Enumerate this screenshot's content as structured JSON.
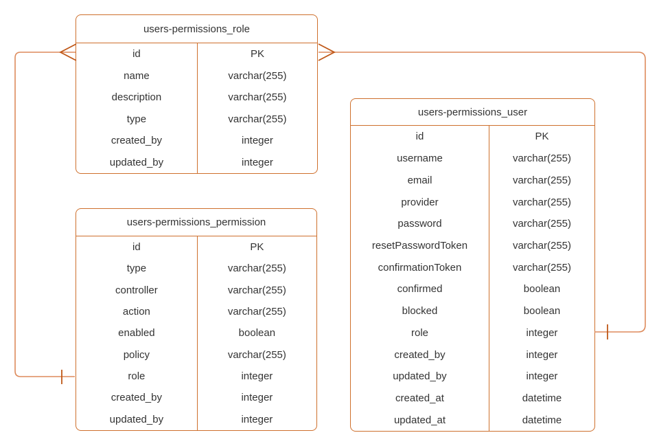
{
  "diagram": {
    "background": "#ffffff",
    "colors": {
      "table_border": "#ce6f2c",
      "connector": "#dd8a5b",
      "marker": "#bf5717",
      "text": "#333333"
    }
  },
  "entities": {
    "role": {
      "title": "users-permissions_role",
      "rows": [
        {
          "name": "id",
          "type": "PK"
        },
        {
          "name": "name",
          "type": "varchar(255)"
        },
        {
          "name": "description",
          "type": "varchar(255)"
        },
        {
          "name": "type",
          "type": "varchar(255)"
        },
        {
          "name": "created_by",
          "type": "integer"
        },
        {
          "name": "updated_by",
          "type": "integer"
        }
      ]
    },
    "permission": {
      "title": "users-permissions_permission",
      "rows": [
        {
          "name": "id",
          "type": "PK"
        },
        {
          "name": "type",
          "type": "varchar(255)"
        },
        {
          "name": "controller",
          "type": "varchar(255)"
        },
        {
          "name": "action",
          "type": "varchar(255)"
        },
        {
          "name": "enabled",
          "type": "boolean"
        },
        {
          "name": "policy",
          "type": "varchar(255)"
        },
        {
          "name": "role",
          "type": "integer"
        },
        {
          "name": "created_by",
          "type": "integer"
        },
        {
          "name": "updated_by",
          "type": "integer"
        }
      ]
    },
    "user": {
      "title": "users-permissions_user",
      "rows": [
        {
          "name": "id",
          "type": "PK"
        },
        {
          "name": "username",
          "type": "varchar(255)"
        },
        {
          "name": "email",
          "type": "varchar(255)"
        },
        {
          "name": "provider",
          "type": "varchar(255)"
        },
        {
          "name": "password",
          "type": "varchar(255)"
        },
        {
          "name": "resetPasswordToken",
          "type": "varchar(255)"
        },
        {
          "name": "confirmationToken",
          "type": "varchar(255)"
        },
        {
          "name": "confirmed",
          "type": "boolean"
        },
        {
          "name": "blocked",
          "type": "boolean"
        },
        {
          "name": "role",
          "type": "integer"
        },
        {
          "name": "created_by",
          "type": "integer"
        },
        {
          "name": "updated_by",
          "type": "integer"
        },
        {
          "name": "created_at",
          "type": "datetime"
        },
        {
          "name": "updated_at",
          "type": "datetime"
        }
      ]
    }
  },
  "relationships": [
    {
      "from": "users-permissions_role.id",
      "to": "users-permissions_permission.role",
      "from_marker": "many-crows-foot",
      "to_marker": "one-tick"
    },
    {
      "from": "users-permissions_role.id",
      "to": "users-permissions_user.role",
      "from_marker": "many-crows-foot",
      "to_marker": "one-tick"
    }
  ]
}
